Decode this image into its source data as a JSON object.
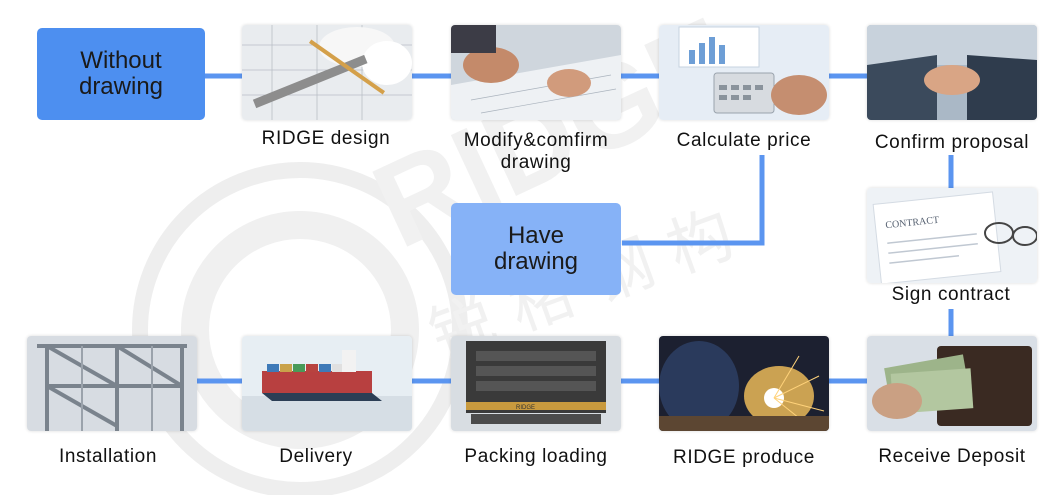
{
  "start_boxes": {
    "without_drawing": [
      "Without",
      "drawing"
    ],
    "have_drawing": [
      "Have",
      "drawing"
    ]
  },
  "steps": {
    "ridge_design": "RIDGE  design",
    "modify_confirm": [
      "Modify&comfirm",
      "drawing"
    ],
    "calculate_price": "Calculate  price",
    "confirm_proposal": "Confirm  proposal",
    "sign_contract": "Sign  contract",
    "receive_deposit": "Receive  Deposit",
    "ridge_produce": "RIDGE  produce",
    "packing_loading": "Packing  loading",
    "delivery": "Delivery",
    "installation": "Installation"
  },
  "photo_labels": {
    "contract_doc": "CONTRACT",
    "container_text": "RIDGE"
  },
  "watermark": {
    "brand": "RIDGE",
    "chinese": "锐 格 钢 构"
  },
  "colors": {
    "box_dark": "#4d8ff0",
    "box_light": "#86b2f7",
    "connector": "#5b95f0"
  }
}
